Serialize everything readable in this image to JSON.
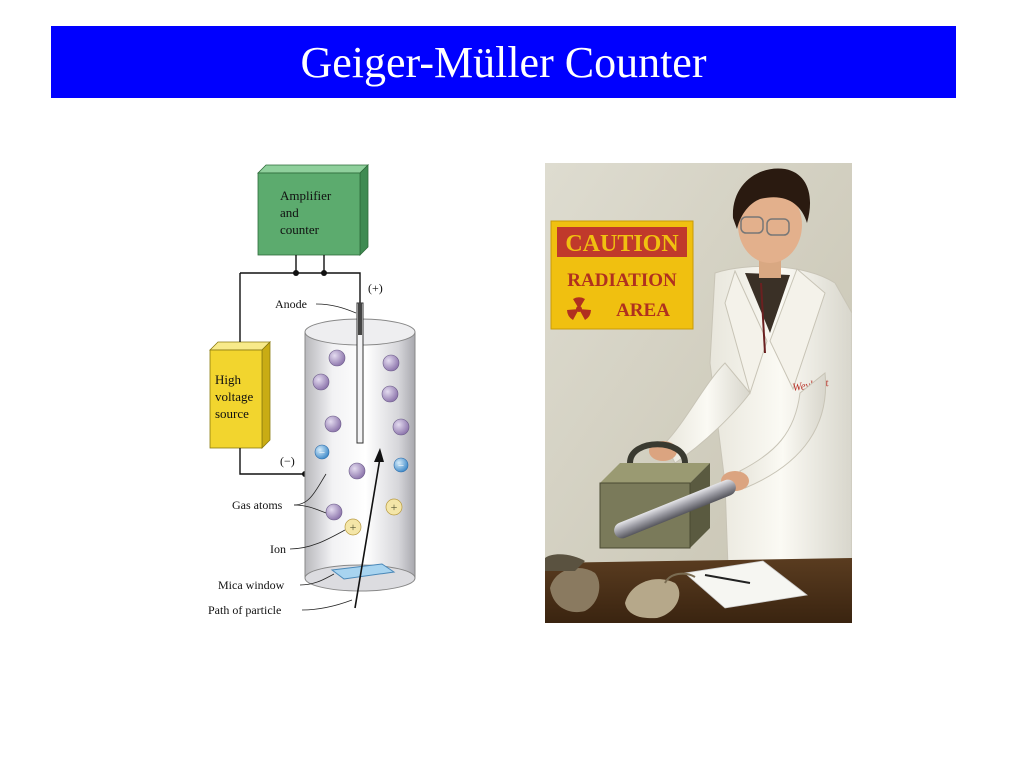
{
  "slide": {
    "title": "Geiger-Müller Counter"
  },
  "diagram": {
    "amplifier_lines": [
      "Amplifier",
      "and",
      "counter"
    ],
    "voltage_lines": [
      "High",
      "voltage",
      "source"
    ],
    "anode_label": "Anode",
    "plus_terminal": "(+)",
    "minus_terminal": "(−)",
    "gas_atoms_label": "Gas atoms",
    "ion_label": "Ion",
    "mica_window_label": "Mica window",
    "path_label": "Path of particle",
    "ion_symbol": "+",
    "electron_symbol": "−"
  },
  "photo": {
    "sign_lines": [
      "CAUTION",
      "RADIATION",
      "AREA"
    ],
    "coat_name": "Weyhart",
    "colors": {
      "sign": "#f0c010",
      "sign_text": "#c0392b",
      "wall": "#d8d6c8",
      "table": "#4a3018",
      "coat": "#f4f2ea",
      "instrument": "#7a7a5a"
    }
  },
  "colors": {
    "title_bar": "#0000ff",
    "title_text": "#ffffff",
    "amplifier_box": "#5cab6e",
    "voltage_box": "#f2d52e",
    "gas_atom": "#9a82b8",
    "ion": "#f4e6a8"
  }
}
